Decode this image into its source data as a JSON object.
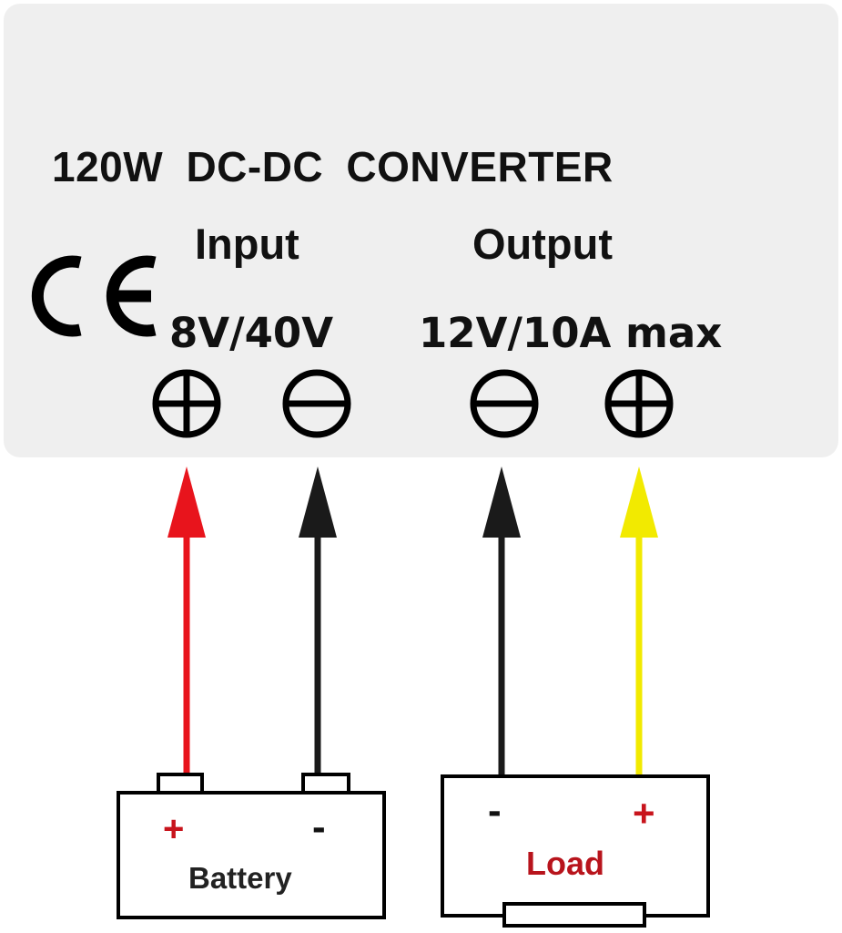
{
  "title": "120W DC-DC CONVERTER",
  "input": {
    "label": "Input",
    "rating": "8V/40V"
  },
  "output": {
    "label": "Output",
    "rating": "12V/10A max"
  },
  "certification_mark": "CE",
  "terminals": [
    {
      "name": "input-positive",
      "symbol": "+"
    },
    {
      "name": "input-negative",
      "symbol": "-"
    },
    {
      "name": "output-negative",
      "symbol": "-"
    },
    {
      "name": "output-positive",
      "symbol": "+"
    }
  ],
  "wires": [
    {
      "name": "input-positive-wire",
      "color": "#e8141c"
    },
    {
      "name": "input-negative-wire",
      "color": "#1a1a1a"
    },
    {
      "name": "output-negative-wire",
      "color": "#1a1a1a"
    },
    {
      "name": "output-positive-wire",
      "color": "#f2ea00"
    }
  ],
  "battery": {
    "name": "Battery",
    "plus": "+",
    "minus": "-"
  },
  "load": {
    "name": "Load",
    "plus": "+",
    "minus": "-"
  },
  "colors": {
    "panel": "#efefef",
    "positive_mark": "#c8141c",
    "load_text": "#b8141c"
  }
}
